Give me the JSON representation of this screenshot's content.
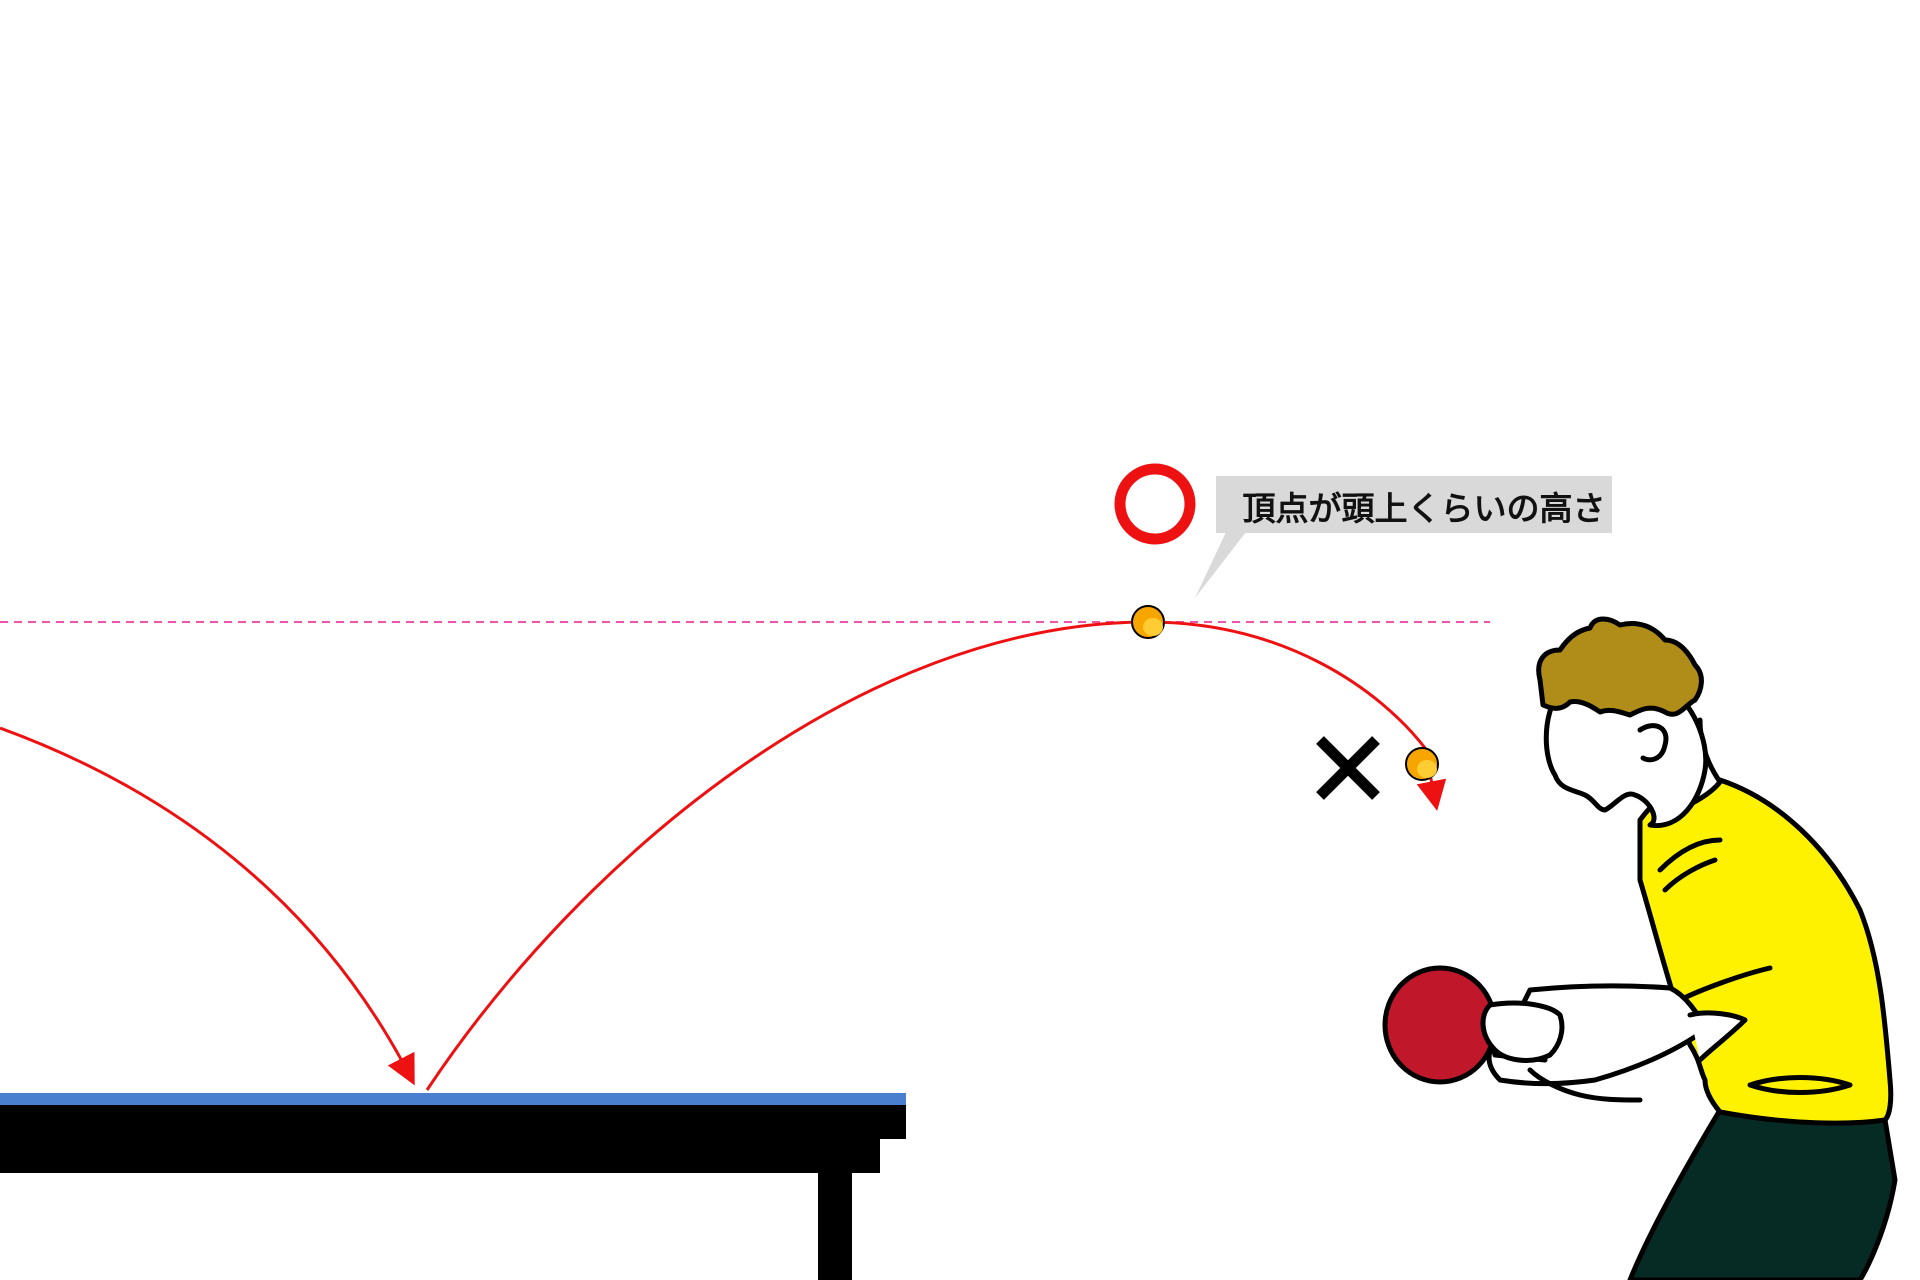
{
  "annotation": {
    "callout_text": "頂点が頭上くらいの高さ",
    "good_mark": "circle-mark",
    "bad_mark": "cross-mark"
  },
  "colors": {
    "trajectory": "#ee1111",
    "apex_line": "#ee55aa",
    "ball": "#f7a600",
    "table_top": "#4a7fcf",
    "table_body": "#000000",
    "callout_bg": "#d9d9d9",
    "good_mark": "#ee1111",
    "bad_mark": "#000000",
    "shirt": "#fff200",
    "shorts": "#062b25",
    "hair": "#b08c18",
    "paddle": "#c0172a"
  }
}
